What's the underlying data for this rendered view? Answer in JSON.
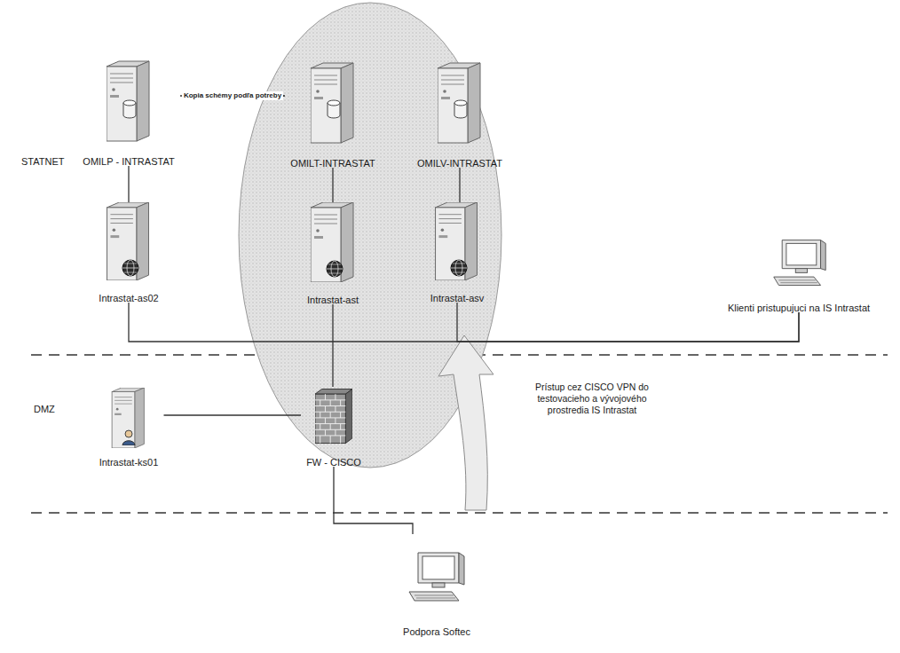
{
  "diagram": {
    "nodes": [
      {
        "text": [
          "OMILP - INTRASTAT"
        ]
      },
      {
        "text": [
          "OMILT-INTRASTAT"
        ]
      },
      {
        "text": [
          "OMILV-INTRASTAT"
        ]
      },
      {
        "text": [
          "Intrastat-as02"
        ]
      },
      {
        "text": [
          "Intrastat-ast"
        ]
      },
      {
        "text": [
          "Intrastat-asv"
        ]
      },
      {
        "text": [
          "Klienti pristupujuci na IS Intrastat"
        ]
      },
      {
        "text": [
          "Intrastat-ks01"
        ]
      },
      {
        "text": [
          "FW - CISCO"
        ]
      },
      {
        "text": [
          "Podpora Softec"
        ]
      }
    ],
    "edges": [
      {
        "from": 0,
        "to": 1,
        "arrow": "to",
        "label": "Kopia schémy podľa potreby"
      },
      {
        "from": 0,
        "to": 3,
        "arrow": "none"
      },
      {
        "from": 1,
        "to": 4,
        "arrow": "none"
      },
      {
        "from": 2,
        "to": 5,
        "arrow": "none"
      },
      {
        "from": 3,
        "to": 6,
        "arrow": "none"
      },
      {
        "from": 5,
        "to": 6,
        "arrow": "none"
      },
      {
        "from": 4,
        "to": 8,
        "arrow": "none"
      },
      {
        "from": 7,
        "to": 8,
        "arrow": "none"
      },
      {
        "from": 8,
        "to": 9,
        "arrow": "none"
      }
    ],
    "labels": [
      "STATNET",
      "DMZ",
      "Prístup cez CISCO VPN do testovacieho a vývojového prostredia IS Intrastat"
    ]
  }
}
